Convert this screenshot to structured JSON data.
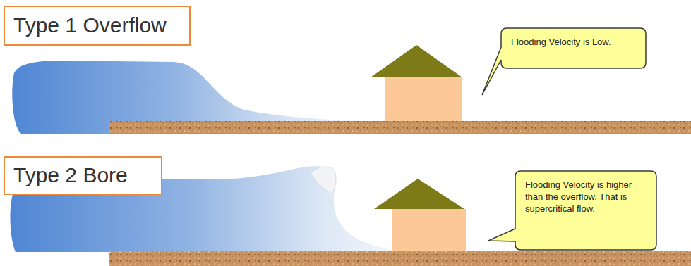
{
  "diagram": {
    "nodes": [
      {
        "text": [
          "Type 1 Overflow"
        ]
      },
      {
        "text": [
          "Flooding Velocity is Low."
        ]
      },
      {
        "text": [
          "Type 2 Bore"
        ]
      },
      {
        "text": [
          "Flooding Velocity is higher than the overflow. That is supercritical flow."
        ]
      }
    ]
  }
}
